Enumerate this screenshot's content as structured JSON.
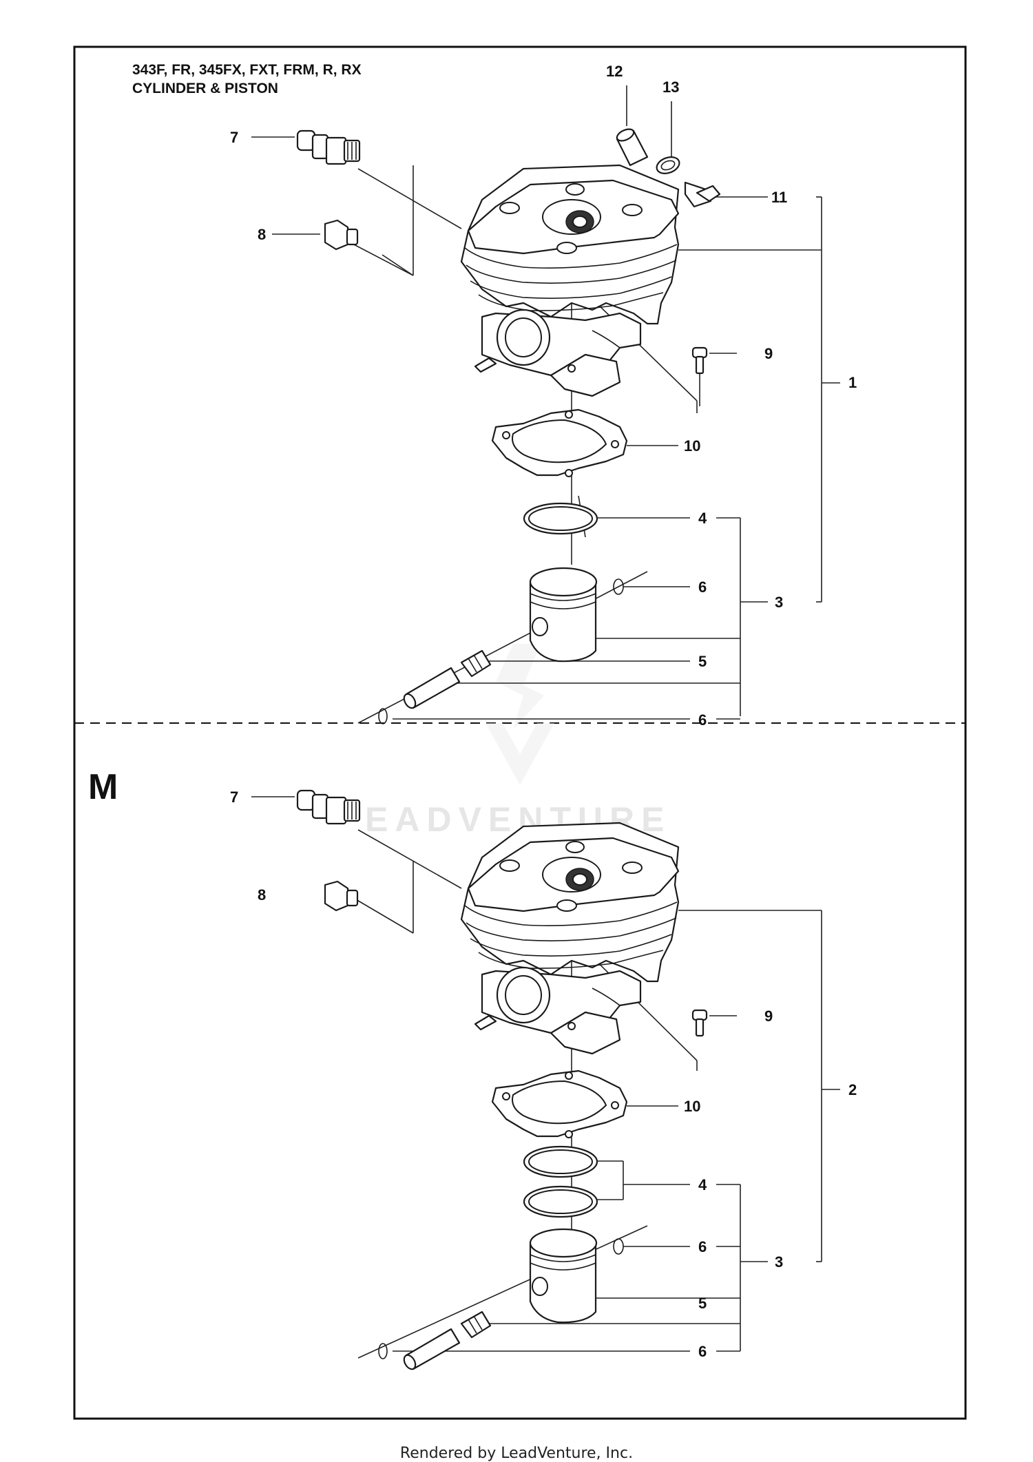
{
  "header": {
    "models": "343F, FR, 345FX, FXT, FRM, R, RX",
    "title": "CYLINDER & PISTON"
  },
  "section_marker": "M",
  "watermark": "EADVENTURE",
  "footer": "Rendered by LeadVenture, Inc.",
  "top_callouts": {
    "n1": "1",
    "n3": "3",
    "n4": "4",
    "n5": "5",
    "n6a": "6",
    "n6b": "6",
    "n7": "7",
    "n8": "8",
    "n9": "9",
    "n10": "10",
    "n11": "11",
    "n12": "12",
    "n13": "13"
  },
  "bottom_callouts": {
    "n2": "2",
    "n3": "3",
    "n4": "4",
    "n5": "5",
    "n6a": "6",
    "n6b": "6",
    "n7": "7",
    "n8": "8",
    "n9": "9",
    "n10": "10"
  }
}
